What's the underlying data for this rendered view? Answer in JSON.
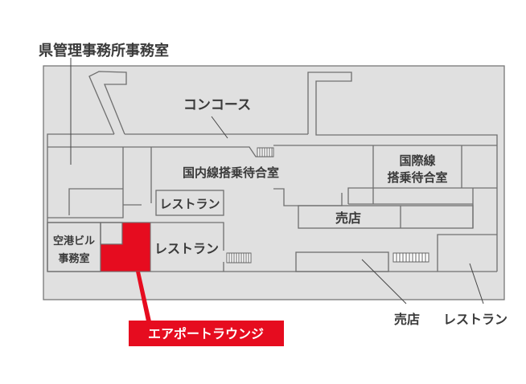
{
  "title": "県管理事務所事務室",
  "labels": {
    "concourse": "コンコース",
    "domestic_waiting": "国内線搭乗待合室",
    "intl_line1": "国際線",
    "intl_line2": "搭乗待合室",
    "restaurant_upper": "レストラン",
    "restaurant_lower": "レストラン",
    "shop_inner": "売店",
    "office_line1": "空港ビル",
    "office_line2": "事務室",
    "shop_outside": "売店",
    "restaurant_outside": "レストラン",
    "highlight": "エアポートラウンジ"
  },
  "colors": {
    "highlight": "#e60c1f",
    "floor": "#e0e0e0",
    "wall": "#6f6f6f"
  }
}
